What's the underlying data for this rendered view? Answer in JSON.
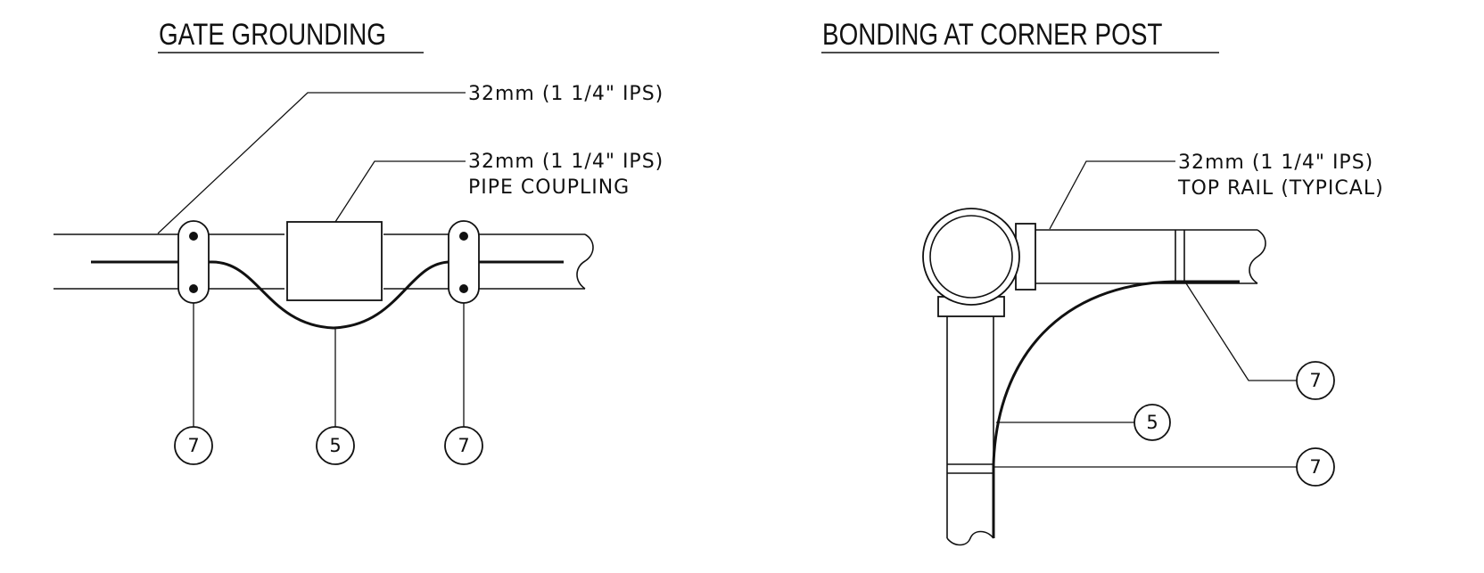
{
  "gate_grounding": {
    "title": "GATE GROUNDING",
    "callout_pipe": "32mm (1 1/4\" IPS)",
    "callout_coupling_1": "32mm (1 1/4\" IPS)",
    "callout_coupling_2": "PIPE COUPLING",
    "tags": [
      "7",
      "5",
      "7"
    ]
  },
  "corner_post": {
    "title": "BONDING AT CORNER POST",
    "callout_rail_1": "32mm (1 1/4\" IPS)",
    "callout_rail_2": "TOP RAIL (TYPICAL)",
    "tags": [
      "7",
      "5",
      "7"
    ]
  }
}
